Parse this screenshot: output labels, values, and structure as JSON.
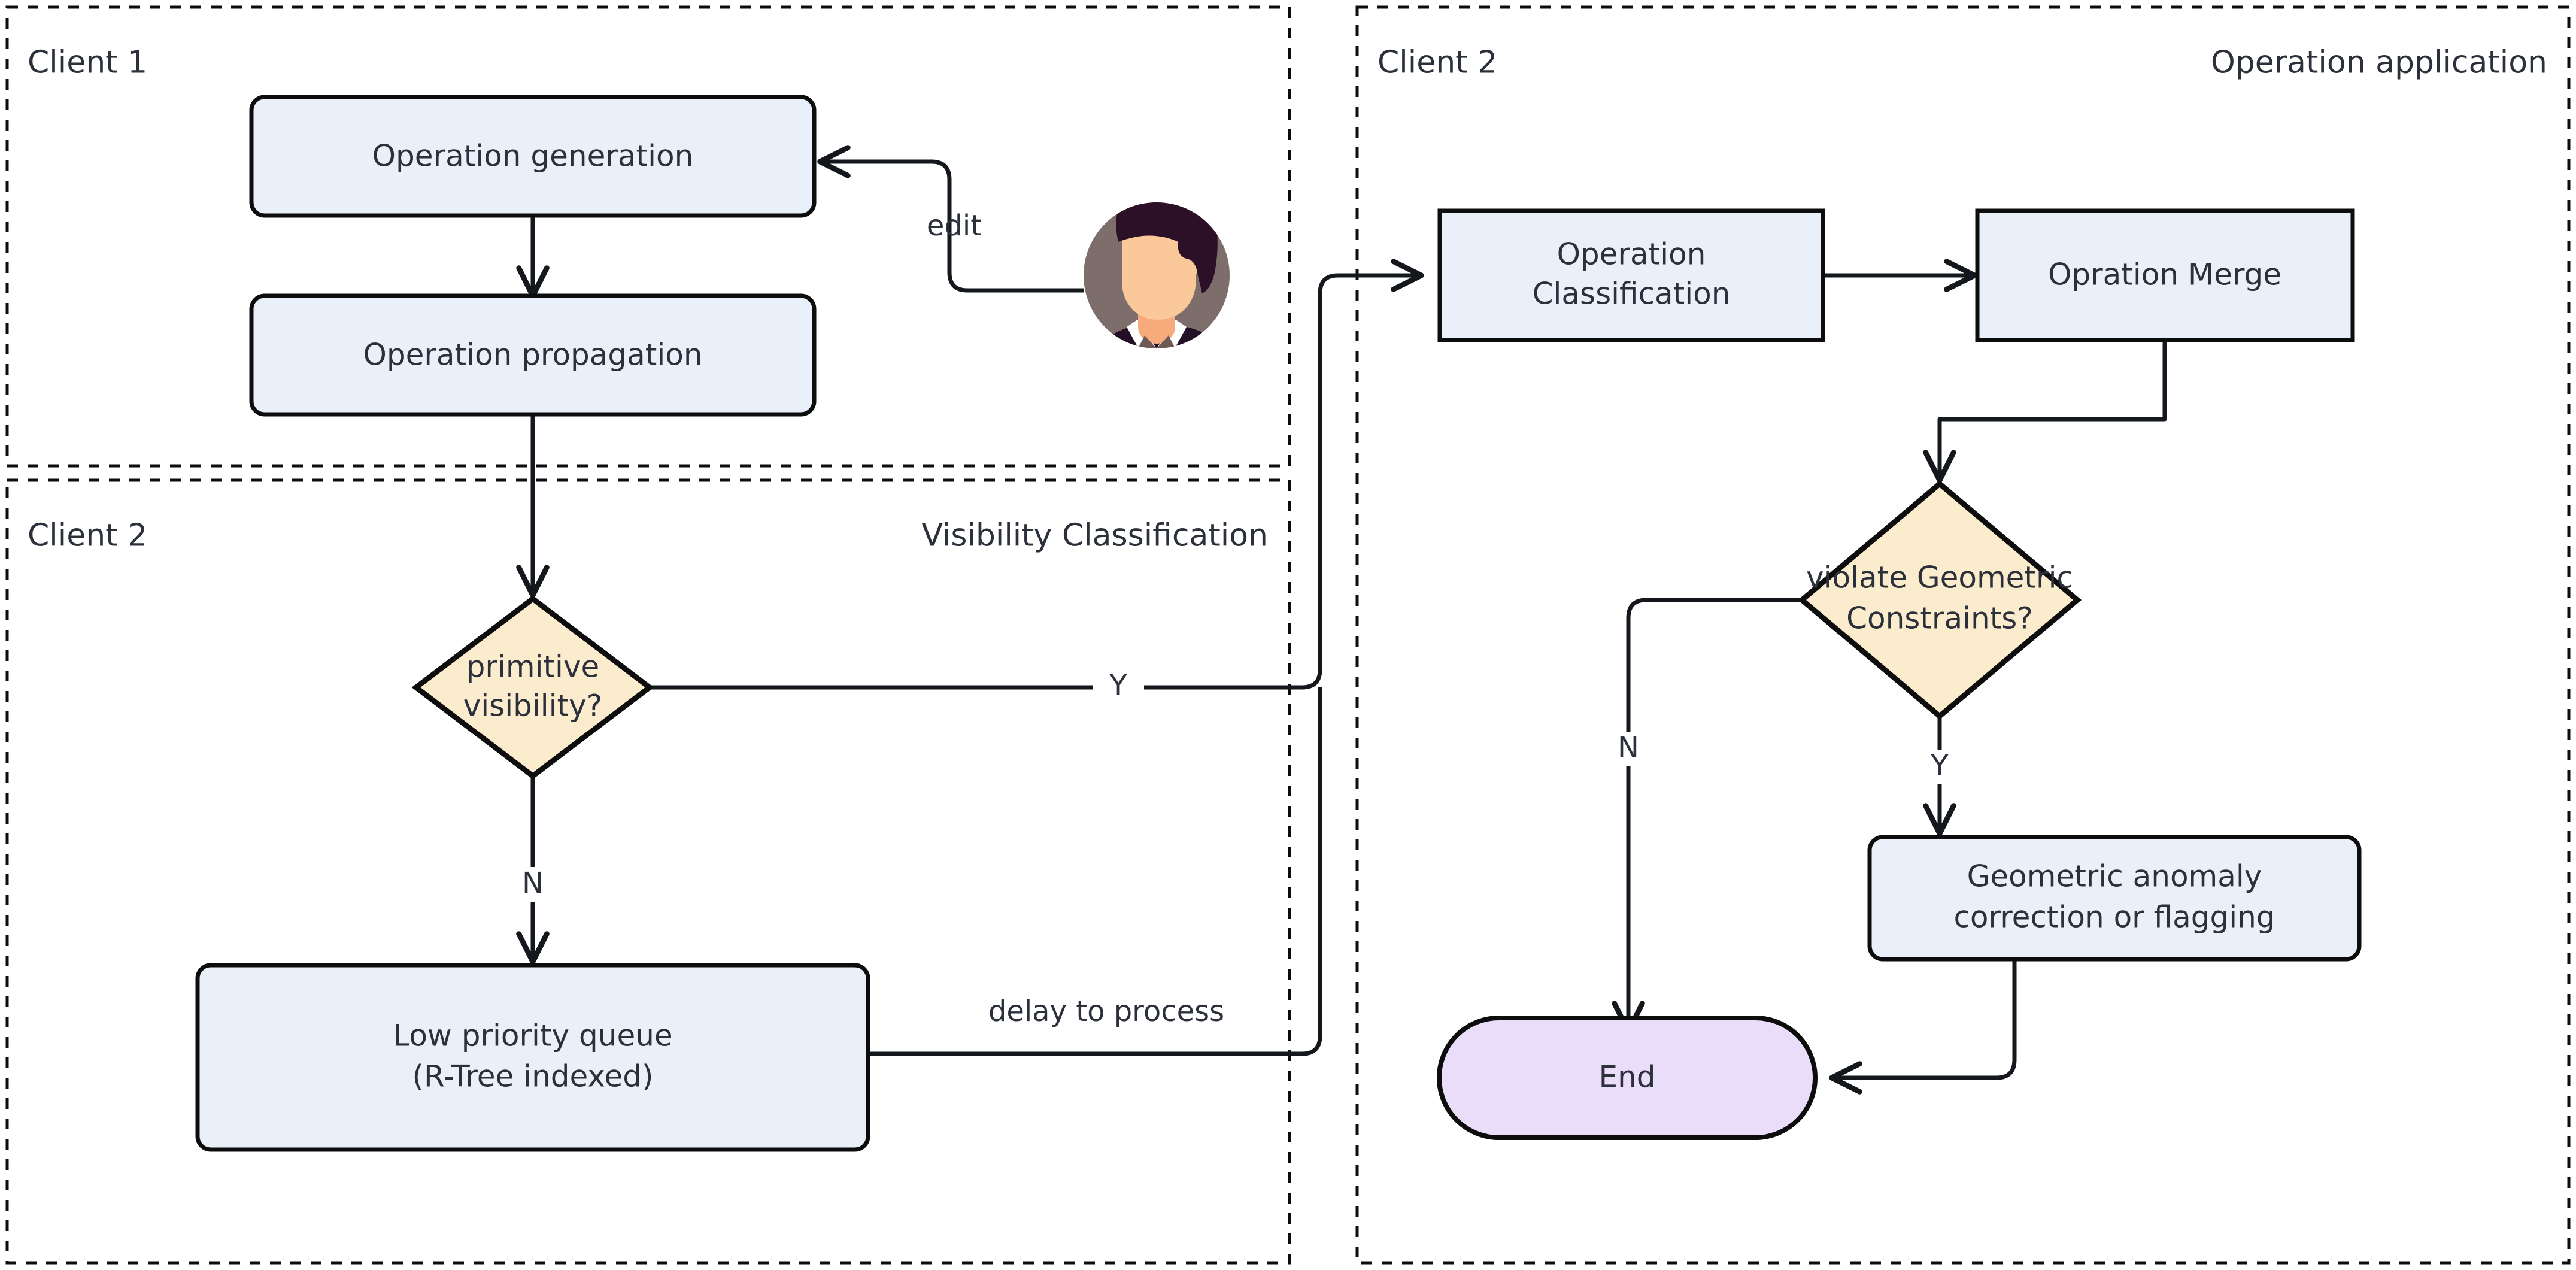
{
  "diagram": {
    "title": "Collaborative editing operation flow",
    "background_color": "#ffffff",
    "colors": {
      "process_fill": "#eaf0fa",
      "decision_fill": "#fbeccd",
      "terminal_fill": "#e9ddfa",
      "stroke": "#0d0d0d",
      "text": "#2b303b",
      "avatar_bg": "#7d6e6b",
      "avatar_hair": "#2b1028",
      "avatar_skin": "#fbc89a",
      "avatar_suit": "#241026",
      "avatar_tie": "#6d5b53"
    }
  },
  "panels": [
    {
      "id": "panel-client1",
      "left_label": "Client 1",
      "right_label": ""
    },
    {
      "id": "panel-visibility",
      "left_label": "Client 2",
      "right_label": "Visibility Classification"
    },
    {
      "id": "panel-operation-application",
      "left_label": "Client 2",
      "right_label": "Operation application"
    }
  ],
  "nodes": [
    {
      "id": "operation-generation",
      "shape": "rounded-rect",
      "lines": [
        "Operation generation"
      ]
    },
    {
      "id": "operation-propagation",
      "shape": "rounded-rect",
      "lines": [
        "Operation propagation"
      ]
    },
    {
      "id": "primitive-visibility",
      "shape": "diamond",
      "lines": [
        "primitive",
        "visibility?"
      ]
    },
    {
      "id": "low-priority-queue",
      "shape": "rounded-rect",
      "lines": [
        "Low priority queue",
        "(R-Tree indexed)"
      ]
    },
    {
      "id": "operation-classification",
      "shape": "rect",
      "lines": [
        "Operation",
        "Classification"
      ]
    },
    {
      "id": "opration-merge",
      "shape": "rect",
      "lines": [
        "Opration Merge"
      ]
    },
    {
      "id": "violate-geometric-constraints",
      "shape": "diamond",
      "lines": [
        "violate Geometric",
        "Constraints?"
      ]
    },
    {
      "id": "geometric-anomaly-correction",
      "shape": "rounded-rect",
      "lines": [
        "Geometric anomaly",
        "correction or flagging"
      ]
    },
    {
      "id": "end",
      "shape": "stadium",
      "lines": [
        "End"
      ]
    }
  ],
  "edges": [
    {
      "id": "edge-user-edit",
      "label": "edit",
      "from": "user-avatar",
      "to": "operation-generation"
    },
    {
      "id": "edge-generation-propagation",
      "label": "",
      "from": "operation-generation",
      "to": "operation-propagation"
    },
    {
      "id": "edge-propagation-visibility",
      "label": "",
      "from": "operation-propagation",
      "to": "primitive-visibility"
    },
    {
      "id": "edge-visibility-yes",
      "label": "Y",
      "from": "primitive-visibility",
      "to": "operation-classification"
    },
    {
      "id": "edge-visibility-no",
      "label": "N",
      "from": "primitive-visibility",
      "to": "low-priority-queue"
    },
    {
      "id": "edge-queue-delay",
      "label": "delay to process",
      "from": "low-priority-queue",
      "to": "operation-classification"
    },
    {
      "id": "edge-classification-merge",
      "label": "",
      "from": "operation-classification",
      "to": "opration-merge"
    },
    {
      "id": "edge-merge-violate",
      "label": "",
      "from": "opration-merge",
      "to": "violate-geometric-constraints"
    },
    {
      "id": "edge-violate-no",
      "label": "N",
      "from": "violate-geometric-constraints",
      "to": "end"
    },
    {
      "id": "edge-violate-yes",
      "label": "Y",
      "from": "violate-geometric-constraints",
      "to": "geometric-anomaly-correction"
    },
    {
      "id": "edge-correction-end",
      "label": "",
      "from": "geometric-anomaly-correction",
      "to": "end"
    }
  ],
  "actors": [
    {
      "id": "user-avatar",
      "name": "user-avatar",
      "description": "person icon"
    }
  ]
}
